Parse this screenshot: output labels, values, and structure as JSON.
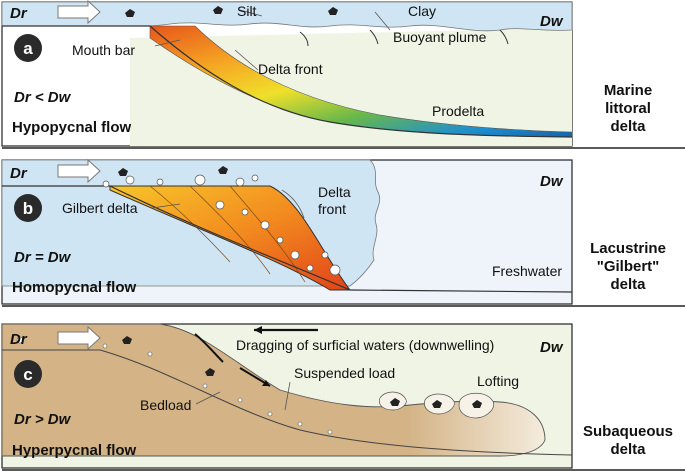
{
  "panel_a": {
    "badge": "a",
    "dr": "Dr",
    "dw": "Dw",
    "silt": "Silt",
    "clay": "Clay",
    "buoyant_plume": "Buoyant plume",
    "mouth_bar": "Mouth bar",
    "delta_front": "Delta front",
    "prodelta": "Prodelta",
    "relation": "Dr < Dw",
    "flow": "Hypopycnal flow",
    "side_lines": [
      "Marine",
      "littoral",
      "delta"
    ]
  },
  "panel_b": {
    "badge": "b",
    "dr": "Dr",
    "dw": "Dw",
    "gilbert_delta": "Gilbert delta",
    "delta_front_1": "Delta",
    "delta_front_2": "front",
    "freshwater": "Freshwater",
    "relation": "Dr = Dw",
    "flow": "Homopycnal flow",
    "side_lines": [
      "Lacustrine",
      "\"Gilbert\"",
      "delta"
    ]
  },
  "panel_c": {
    "badge": "c",
    "dr": "Dr",
    "dw": "Dw",
    "dragging": "Dragging of surficial waters (downwelling)",
    "suspended_load": "Suspended load",
    "lofting": "Lofting",
    "bedload": "Bedload",
    "relation": "Dr > Dw",
    "flow": "Hyperpycnal flow",
    "side_lines": [
      "Subaqueous",
      "delta"
    ]
  },
  "colors": {
    "sea_blue": "#cfe5f3",
    "pale_green": "#f0f4e4",
    "sediment_tan": "#d4b487",
    "badge": "#2a2a2a"
  }
}
